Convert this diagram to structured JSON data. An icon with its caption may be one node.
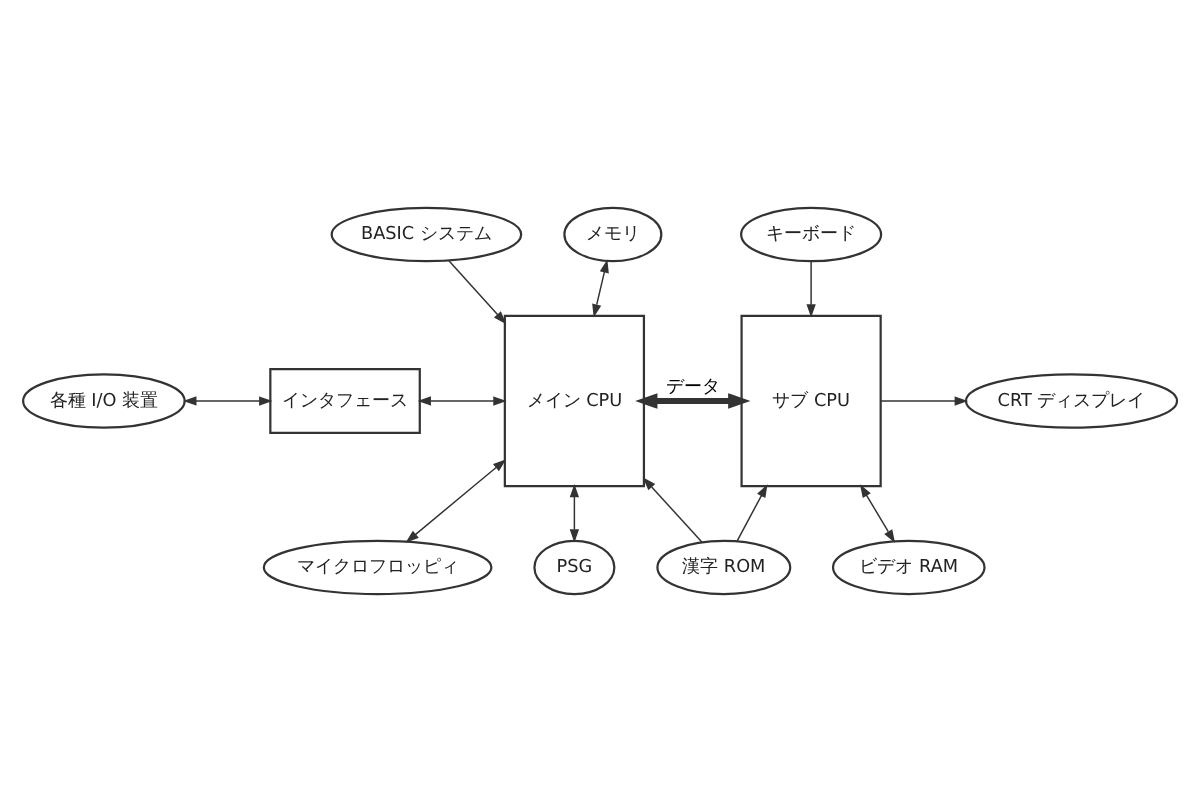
{
  "diagram": {
    "nodes": [
      {
        "text": [
          "BASIC システム"
        ]
      },
      {
        "text": [
          "キーボード"
        ]
      },
      {
        "text": [
          "メモリ"
        ]
      },
      {
        "text": [
          "各種 I/O 装置"
        ]
      },
      {
        "text": [
          "インタフェース"
        ]
      },
      {
        "text": [
          "メイン CPU"
        ]
      },
      {
        "text": [
          "サブ CPU"
        ]
      },
      {
        "text": [
          "CRT ディスプレイ"
        ]
      },
      {
        "text": [
          "PSG"
        ]
      },
      {
        "text": [
          "マイクロフロッピィ"
        ]
      },
      {
        "text": [
          "漢字 ROM"
        ]
      },
      {
        "text": [
          "ビデオ RAM"
        ]
      }
    ],
    "edges": [
      {
        "from": 0,
        "to": 5,
        "arrow": "to"
      },
      {
        "from": 1,
        "to": 6,
        "arrow": "to"
      },
      {
        "from": 2,
        "to": 5,
        "arrow": "both"
      },
      {
        "from": 3,
        "to": 4,
        "arrow": "both"
      },
      {
        "from": 4,
        "to": 5,
        "arrow": "both"
      },
      {
        "from": 5,
        "to": 6,
        "arrow": "both",
        "label": "データ",
        "style": "thick"
      },
      {
        "from": 6,
        "to": 7,
        "arrow": "to"
      },
      {
        "from": 8,
        "to": 5,
        "arrow": "both"
      },
      {
        "from": 5,
        "to": 9,
        "arrow": "both"
      },
      {
        "from": 10,
        "to": 5,
        "arrow": "to"
      },
      {
        "from": 10,
        "to": 6,
        "arrow": "to"
      },
      {
        "from": 6,
        "to": 11,
        "arrow": "both"
      }
    ]
  }
}
